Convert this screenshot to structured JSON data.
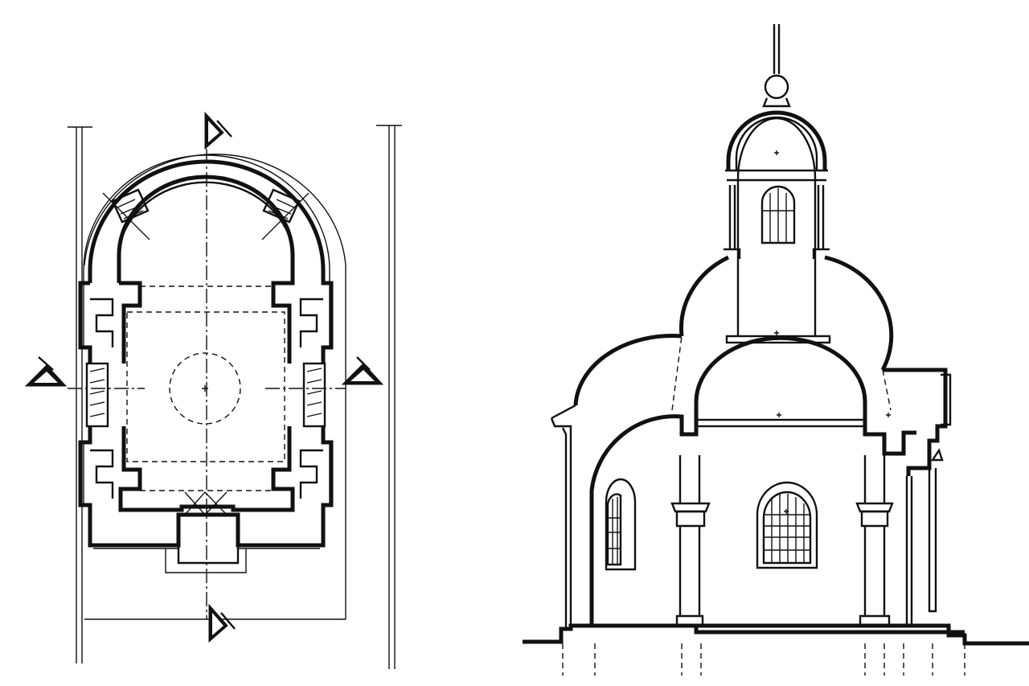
{
  "drawing": {
    "sheet_background": "#ffffff",
    "ink_color": "#111111",
    "views": [
      {
        "id": "plan",
        "kind": "floor-plan"
      },
      {
        "id": "section",
        "kind": "cross-section"
      }
    ]
  }
}
